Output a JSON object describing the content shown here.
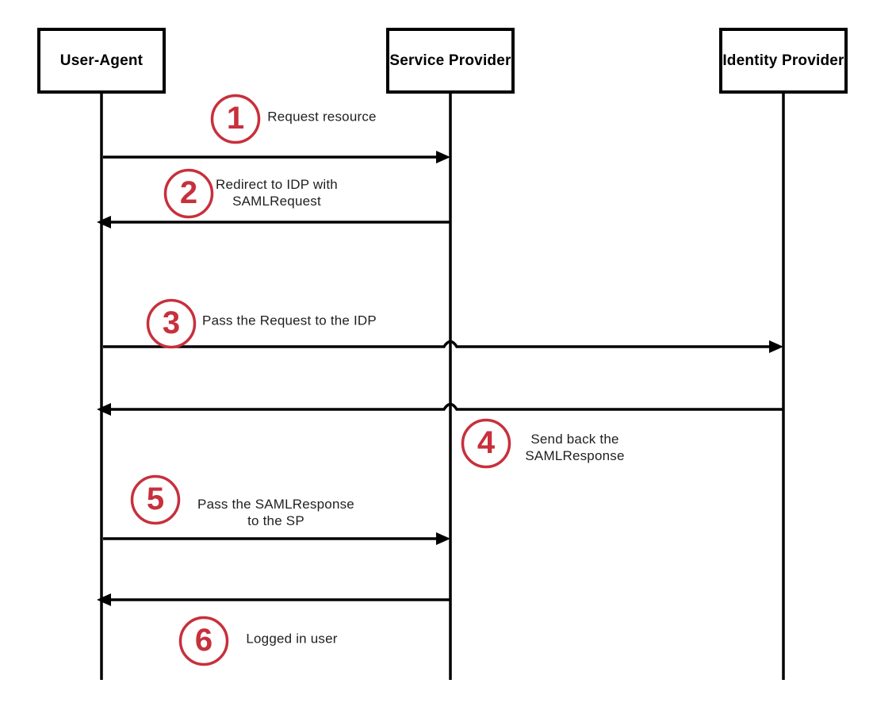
{
  "diagram": {
    "type": "sequence",
    "background": "#ffffff"
  },
  "colors": {
    "step_accent_red": "#C7303C",
    "line_black": "#000000",
    "label_text": "#1f1f1f"
  },
  "actors": [
    {
      "name": "User-Agent"
    },
    {
      "name": "Service Provider"
    },
    {
      "name": "Identity Provider"
    }
  ],
  "steps": [
    {
      "number": "1",
      "label": "Request resource",
      "from": "User-Agent",
      "to": "Service Provider",
      "direction": "right"
    },
    {
      "number": "2",
      "label": "Redirect to IDP with\nSAMLRequest",
      "from": "Service Provider",
      "to": "User-Agent",
      "direction": "left"
    },
    {
      "number": "3",
      "label": "Pass the Request to the IDP",
      "from": "User-Agent",
      "to": "Identity Provider",
      "direction": "right"
    },
    {
      "number": "4",
      "label": "Send back the\nSAMLResponse",
      "from": "Identity Provider",
      "to": "User-Agent",
      "direction": "left"
    },
    {
      "number": "5",
      "label": "Pass the SAMLResponse\nto the SP",
      "from": "User-Agent",
      "to": "Service Provider",
      "direction": "right"
    },
    {
      "number": "6",
      "label": "Logged in user",
      "from": "Service Provider",
      "to": "User-Agent",
      "direction": "left"
    }
  ]
}
